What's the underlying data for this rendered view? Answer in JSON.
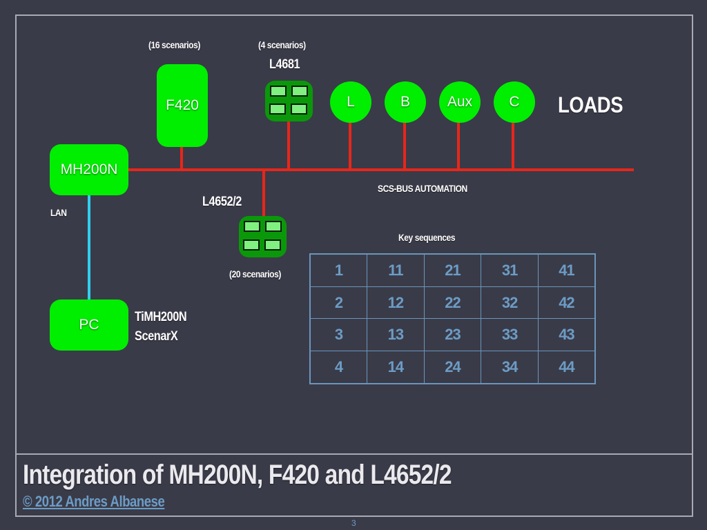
{
  "diagram": {
    "devices": {
      "f420": {
        "name": "F420",
        "scenarios": "(16 scenarios)"
      },
      "l4681": {
        "name": "L4681",
        "scenarios": "(4 scenarios)"
      },
      "l4652": {
        "name": "L4652/2",
        "scenarios": "(20 scenarios)"
      },
      "mh200n": {
        "name": "MH200N"
      },
      "pc": {
        "name": "PC",
        "software": [
          "TiMH200N",
          "ScenarX"
        ]
      }
    },
    "loads": {
      "label": "LOADS",
      "items": [
        "L",
        "B",
        "Aux",
        "C"
      ]
    },
    "bus_label": "SCS-BUS AUTOMATION",
    "lan_label": "LAN",
    "colors": {
      "device": "#00ee00",
      "keypad": "#0a980a",
      "bus": "#e8261a",
      "lan": "#2fd0ee",
      "table": "#6c9cc6"
    }
  },
  "key_sequences": {
    "title": "Key sequences",
    "rows": [
      [
        "1",
        "11",
        "21",
        "31",
        "41"
      ],
      [
        "2",
        "12",
        "22",
        "32",
        "42"
      ],
      [
        "3",
        "13",
        "23",
        "33",
        "43"
      ],
      [
        "4",
        "14",
        "24",
        "34",
        "44"
      ]
    ]
  },
  "slide": {
    "title": "Integration of MH200N, F420 and L4652/2",
    "copyright": "© 2012 Andres Albanese",
    "page_number": "3"
  }
}
